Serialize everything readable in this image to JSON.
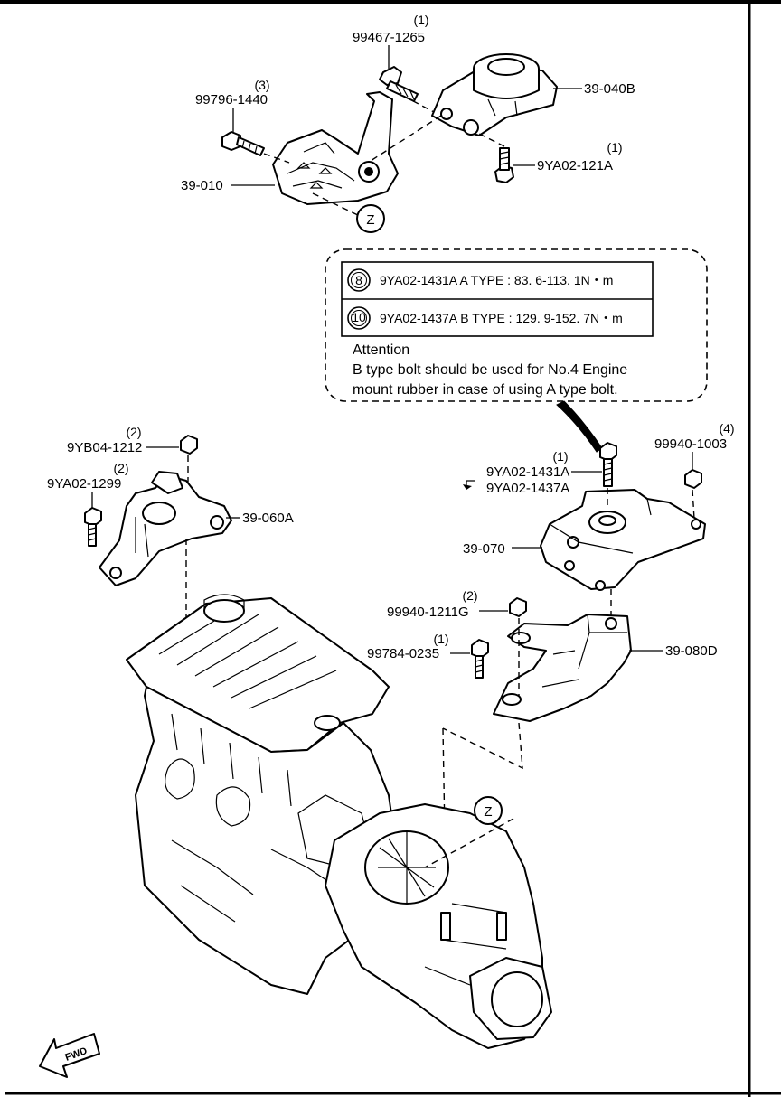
{
  "parts": {
    "bolt_top_mount": {
      "qty": "(1)",
      "number": "99467-1265"
    },
    "bolt_bracket": {
      "qty": "(3)",
      "number": "99796-1440"
    },
    "mount_no3": {
      "number": "39-040B"
    },
    "bolt_lower": {
      "qty": "(1)",
      "number": "9YA02-121A"
    },
    "bracket": {
      "number": "39-010"
    },
    "nut_left_top": {
      "qty": "(2)",
      "number": "9YB04-1212"
    },
    "bolt_left": {
      "qty": "(2)",
      "number": "9YA02-1299"
    },
    "mount_left": {
      "number": "39-060A"
    },
    "bolt_right_top": {
      "qty": "(1)",
      "number_a": "9YA02-1431A",
      "number_b": "9YA02-1437A"
    },
    "nut_right": {
      "qty": "(4)",
      "number": "99940-1003"
    },
    "mount_no4": {
      "number": "39-070"
    },
    "nut_lower_right": {
      "qty": "(2)",
      "number": "99940-1211G"
    },
    "bolt_lower_right": {
      "qty": "(1)",
      "number": "99784-0235"
    },
    "member": {
      "number": "39-080D"
    }
  },
  "callout_letter": "Z",
  "spec_box": {
    "rows": [
      {
        "circle": "8",
        "text": "9YA02-1431A  A TYPE : 83. 6-113. 1N・m"
      },
      {
        "circle": "10",
        "text": "9YA02-1437A  B TYPE : 129. 9-152. 7N・m"
      }
    ],
    "attention_title": "Attention",
    "attention_line1": "B type bolt should be used for No.4 Engine",
    "attention_line2": "mount rubber in case of using A type bolt."
  },
  "fwd_label": "FWD"
}
